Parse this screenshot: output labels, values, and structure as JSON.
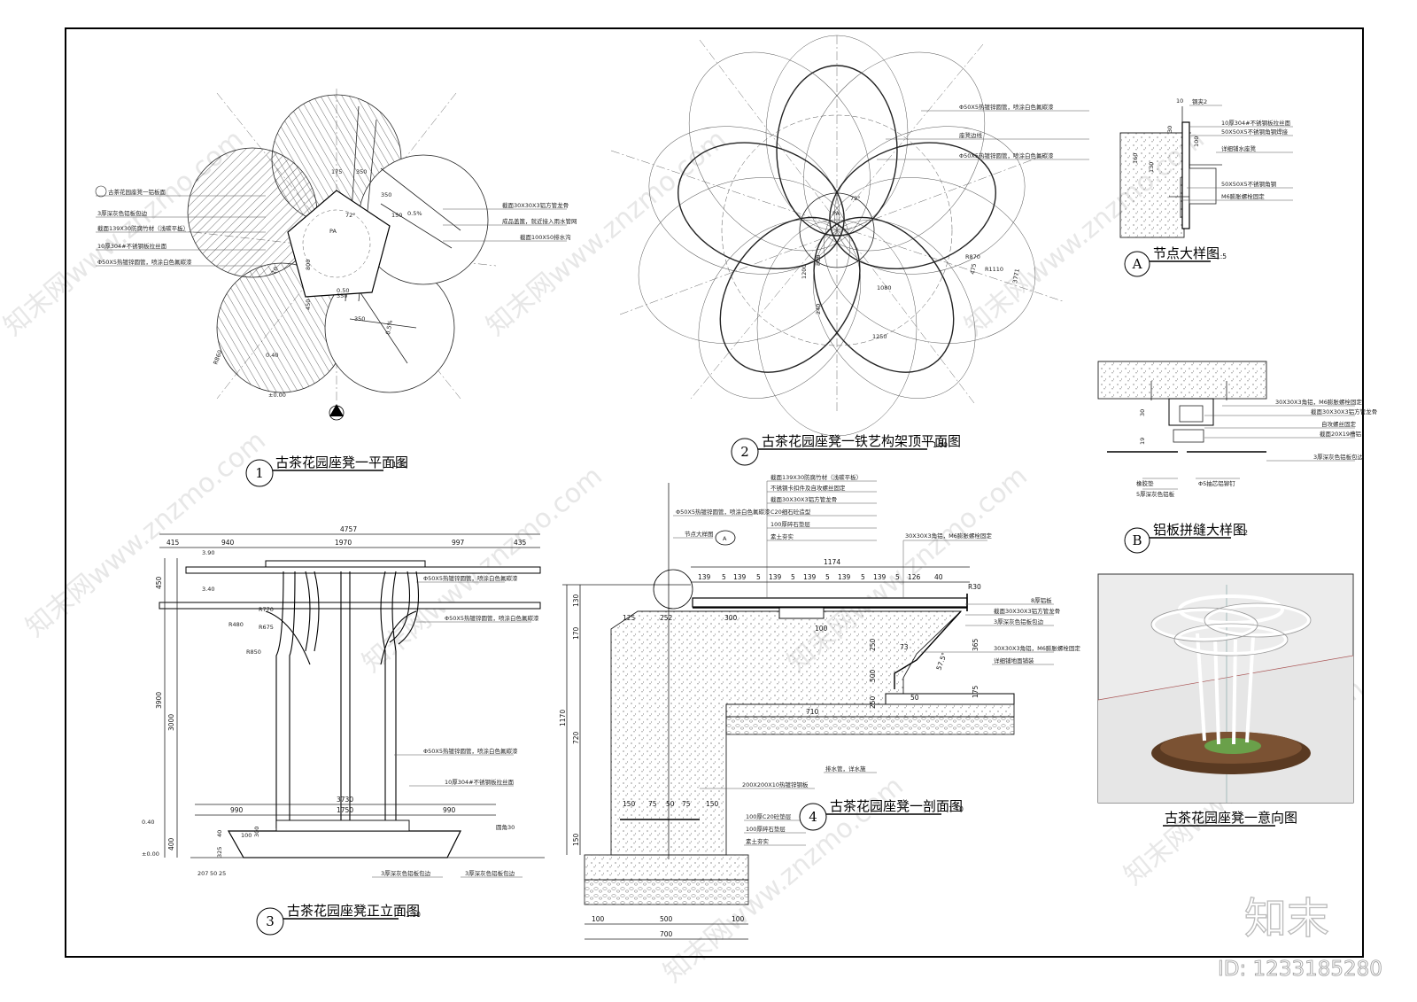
{
  "brand": {
    "logo_text": "知末",
    "id_text": "ID: 1233185280",
    "watermark": "知末网www.znzmo.com"
  },
  "drawings": [
    {
      "num": "1",
      "title": "古茶花园座凳一平面图",
      "scale": "1:30"
    },
    {
      "num": "2",
      "title": "古茶花园座凳一铁艺构架顶平面图",
      "scale": "1:30"
    },
    {
      "num": "3",
      "title": "古茶花园座凳正立面图",
      "scale": "1:30"
    },
    {
      "num": "4",
      "title": "古茶花园座凳一剖面图",
      "scale": "1:10"
    },
    {
      "num": "A",
      "title": "节点大样图",
      "scale": "1:5"
    },
    {
      "num": "B",
      "title": "铝板拼缝大样图",
      "scale": "1:2"
    }
  ],
  "perspective": {
    "title": "古茶花园座凳一意向图"
  },
  "plan1": {
    "leaders": [
      "古茶花园座凳一铝板面",
      "3厚深灰色铝板包边",
      "截面139X30防腐竹材（浅碳平板）",
      "10厚304#不锈钢板拉丝面",
      "Φ50X5热镀锌圆管，喷涂白色氟碳漆"
    ],
    "right_leaders": [
      "截面30X30X3铝方管龙骨",
      "成品盖篦，就近接入雨水管网",
      "截面100X50排水沟"
    ],
    "dims": [
      "175",
      "350",
      "350",
      "150",
      "800",
      "450",
      "350",
      "350",
      "0.5%",
      "0.5%",
      "0.50",
      "0.40",
      "R860",
      "±0.00",
      "PA",
      "72°",
      "10"
    ]
  },
  "plan2": {
    "leaders": [
      "Φ50X5热镀锌圆管，喷涂白色氟碳漆",
      "座凳边线",
      "Φ50X5热镀锌圆管，喷涂白色氟碳漆"
    ],
    "dims": [
      "R870",
      "R1110",
      "475",
      "3771",
      "1080",
      "1250",
      "1200",
      "800",
      "240",
      "PA",
      "72°"
    ]
  },
  "elev3": {
    "top_dims": [
      "4757",
      "415",
      "940",
      "1970",
      "997",
      "435"
    ],
    "levels": [
      "3.90",
      "3.40",
      "0.40",
      "±0.00"
    ],
    "left_dims": [
      "450",
      "3900",
      "3000",
      "400"
    ],
    "radii": [
      "R770",
      "R480",
      "R675",
      "R850"
    ],
    "leaders": [
      "Φ50X5热镀锌圆管，喷涂白色氟碳漆",
      "Φ50X5热镀锌圆管，喷涂白色氟碳漆",
      "Φ50X5热镀锌圆管，喷涂白色氟碳漆",
      "10厚304#不锈钢板拉丝面",
      "3厚深灰色铝板包边",
      "3厚深灰色铝板包边",
      "圆角30"
    ],
    "bottom_dims": [
      "3730",
      "990",
      "1750",
      "990",
      "300",
      "40",
      "325",
      "100",
      "207",
      "50",
      "25"
    ]
  },
  "sec4": {
    "top_leaders": [
      "截面139X30防腐竹材（浅碳平板）",
      "不锈钢卡扣件及自攻螺丝固定",
      "截面30X30X3铝方管龙骨",
      "C20细石砼造型",
      "100厚碎石垫层",
      "素土夯实"
    ],
    "left_leaders": [
      "Φ50X5热镀锌圆管，喷涂白色氟碳漆",
      "节点大样图"
    ],
    "right_leaders": [
      "30X30X3角铝，M6膨胀螺栓固定",
      "8厚铝板",
      "截面30X30X3铝方管龙骨",
      "3厚深灰色铝板包边",
      "30X30X3角铝，M6膨胀螺栓固定",
      "详细铺地面铺装"
    ],
    "bottom_leaders": [
      "排水管，详水施",
      "200X200X10热镀锌钢板",
      "100厚C20砼垫层",
      "100厚碎石垫层",
      "素土夯实"
    ],
    "slat_dims": [
      "139",
      "5",
      "139",
      "5",
      "139",
      "5",
      "139",
      "5",
      "139",
      "5",
      "139",
      "5",
      "126",
      "40"
    ],
    "dims": [
      "1174",
      "1170",
      "130",
      "170",
      "720",
      "150",
      "125",
      "252",
      "300",
      "100",
      "250",
      "500",
      "250",
      "710",
      "365",
      "175",
      "50",
      "73",
      "57.5°",
      "R30",
      "150",
      "75",
      "50",
      "75",
      "150",
      "100",
      "500",
      "100",
      "700"
    ],
    "ref": "A"
  },
  "detailA": {
    "leaders": [
      "钢夹2",
      "10厚304#不锈钢板拉丝面",
      "50X50X5不锈钢角钢焊接",
      "详细铺水座凳",
      "50X50X5不锈钢角钢",
      "M6膨胀螺栓固定"
    ],
    "dims": [
      "10",
      "30",
      "160",
      "130",
      "100"
    ]
  },
  "detailB": {
    "leaders": [
      "30X30X3角铝，M6膨胀螺栓固定",
      "截面30X30X3铝方管龙骨",
      "自攻螺丝固定",
      "截面20X19槽铝",
      "3厚深灰色铝板包边",
      "橡胶垫",
      "5厚深灰色铝板",
      "Φ5抽芯铝铆钉"
    ],
    "dims": [
      "30",
      "19"
    ]
  }
}
